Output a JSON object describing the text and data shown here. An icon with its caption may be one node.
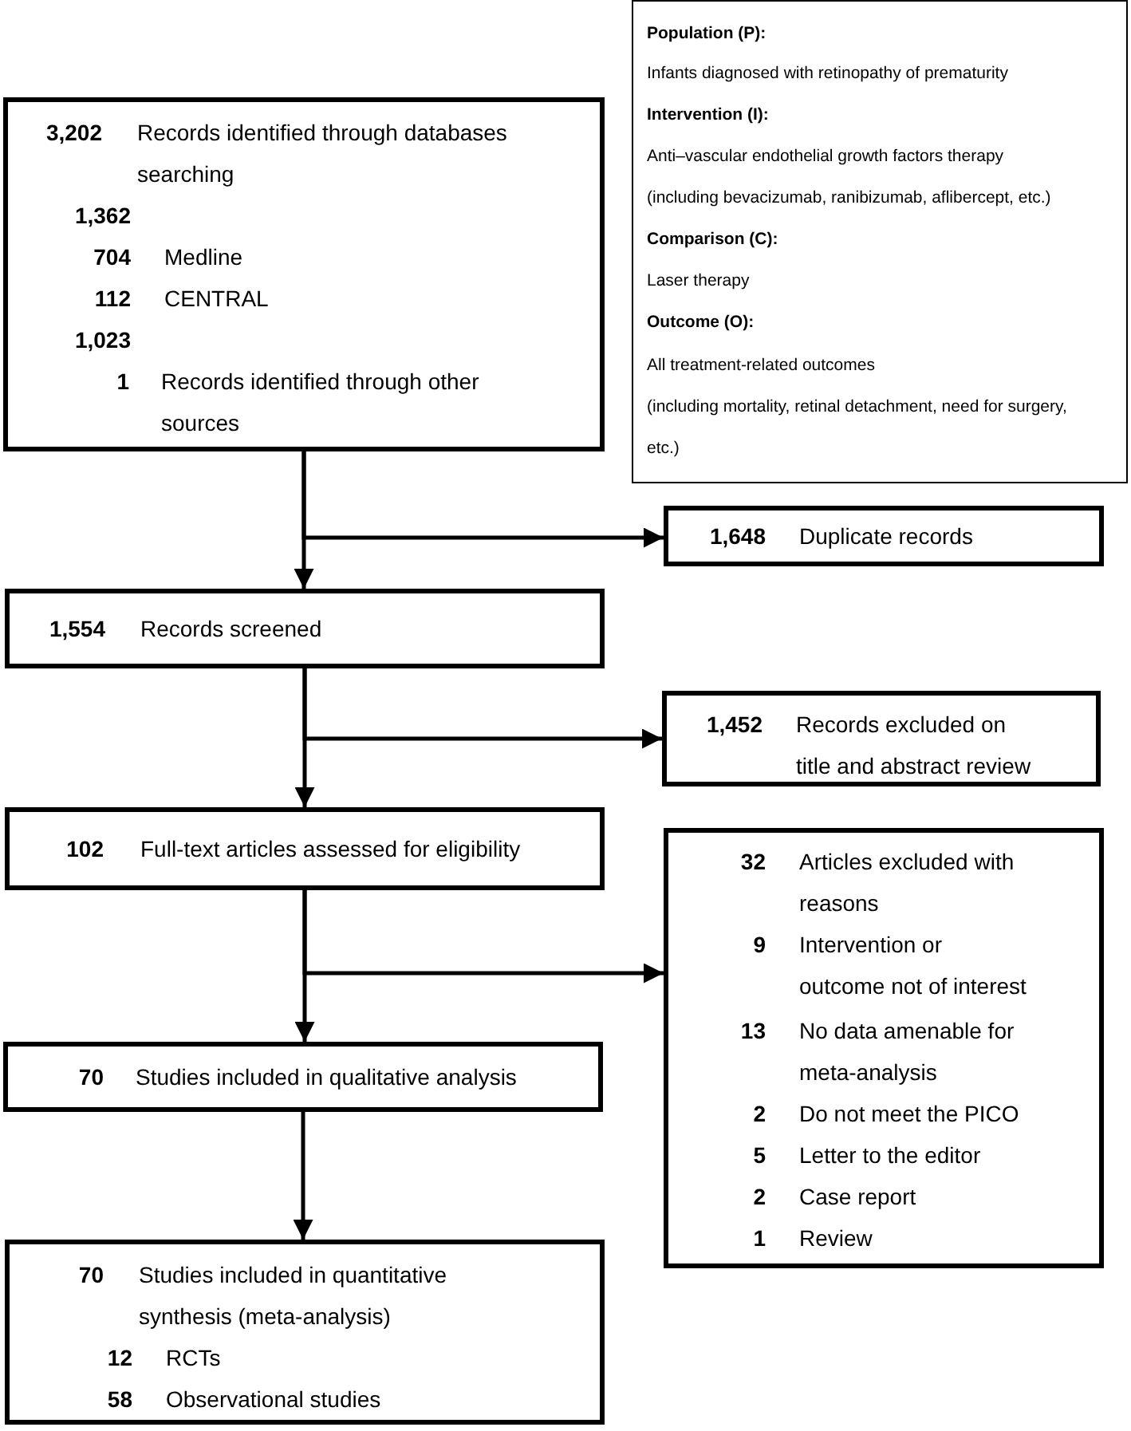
{
  "diagram": {
    "nodes": [
      {
        "text": [
          "3,202",
          "Records identified through databases searching",
          "1,362",
          "704",
          "Medline",
          "112",
          "CENTRAL",
          "1,023",
          "1",
          "Records identified through other sources"
        ]
      },
      {
        "text": [
          "Population (P):",
          "Infants diagnosed with retinopathy of prematurity",
          "Intervention (I):",
          "Anti–vascular endothelial growth factors therapy",
          "(including bevacizumab, ranibizumab, aflibercept, etc.)",
          "Comparison (C):",
          "Laser therapy",
          "Outcome (O):",
          "All treatment-related outcomes",
          "(including mortality, retinal detachment, need for surgery, etc.)"
        ]
      },
      {
        "text": [
          "1,648",
          "Duplicate records"
        ]
      },
      {
        "text": [
          "1,554",
          "Records screened"
        ]
      },
      {
        "text": [
          "1,452",
          "Records excluded on title and abstract review"
        ]
      },
      {
        "text": [
          "102",
          "Full-text articles assessed for eligibility"
        ]
      },
      {
        "text": [
          "32",
          "Articles excluded with reasons",
          "9",
          "Intervention or outcome not of interest",
          "13",
          "No data amenable for meta-analysis",
          "2",
          "Do not meet the PICO",
          "5",
          "Letter to the editor",
          "2",
          "Case report",
          "1",
          "Review"
        ]
      },
      {
        "text": [
          "70",
          "Studies included in qualitative analysis"
        ]
      },
      {
        "text": [
          "70",
          "Studies included in quantitative synthesis (meta-analysis)",
          "12",
          "RCTs",
          "58",
          "Observational studies"
        ]
      }
    ],
    "edges": [
      {
        "from": 0,
        "to": 3,
        "arrow": "to"
      },
      {
        "from": 0,
        "to": 2,
        "arrow": "to"
      },
      {
        "from": 3,
        "to": 5,
        "arrow": "to"
      },
      {
        "from": 3,
        "to": 4,
        "arrow": "to"
      },
      {
        "from": 5,
        "to": 7,
        "arrow": "to"
      },
      {
        "from": 5,
        "to": 6,
        "arrow": "to"
      },
      {
        "from": 7,
        "to": 8,
        "arrow": "to"
      }
    ]
  }
}
